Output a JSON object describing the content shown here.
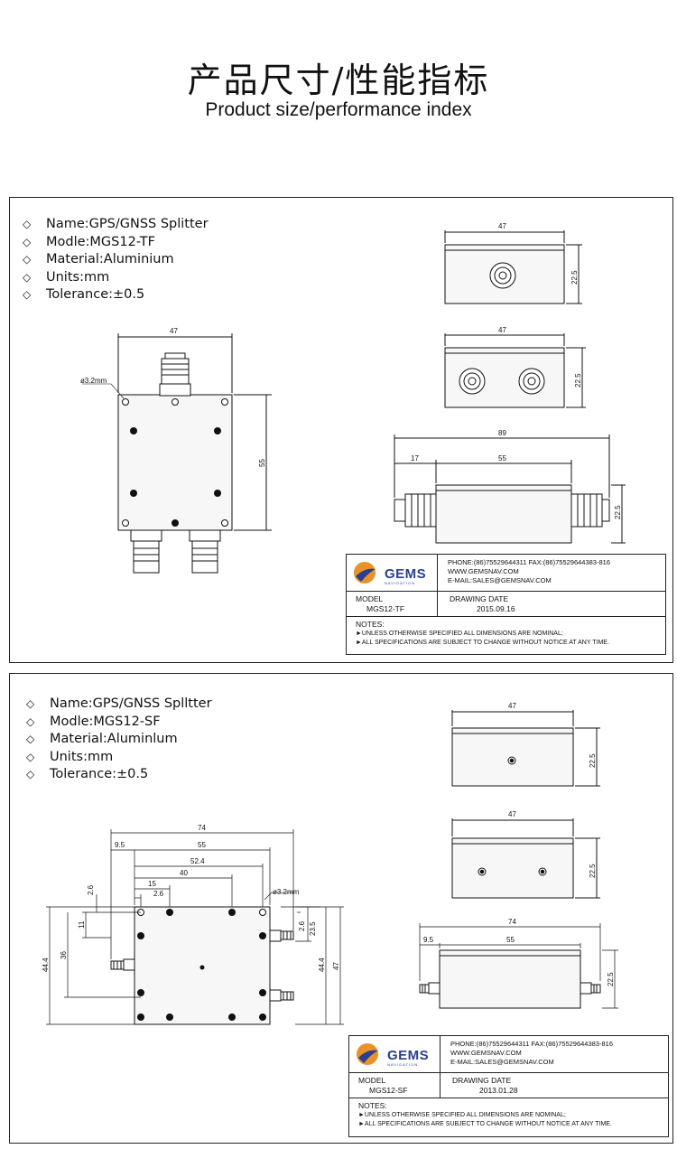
{
  "header": {
    "title_cn": "产品尺寸/性能指标",
    "title_en": "Product size/performance index"
  },
  "sheets": [
    {
      "specs": [
        "Name:GPS/GNSS Splitter",
        "Modle:MGS12-TF",
        "Material:Aluminium",
        "Units:mm",
        "Tolerance:±0.5"
      ],
      "dims": {
        "main_w": "47",
        "main_h": "55",
        "hole": "ø3.2mm",
        "top_w": "47",
        "top_h": "22.5",
        "front_w": "47",
        "front_h": "22.5",
        "side_total": "89",
        "side_left": "17",
        "side_body": "55",
        "side_h": "22.5"
      },
      "titleblock": {
        "logo": "GEMS",
        "logo_sub": "NAVIGATION",
        "contact": [
          "PHONE:(86)75529644311  FAX:(86)75529644383-816",
          "WWW.GEMSNAV.COM",
          "E-MAIL:SALES@GEMSNAV.COM"
        ],
        "model_label": "MODEL",
        "model_value": "MGS12-TF",
        "date_label": "DRAWING DATE",
        "date_value": "2015.09.16",
        "notes_label": "NOTES:",
        "notes": [
          "►UNLESS OTHERWISE SPECIFIED ALL DIMENSIONS ARE NOMINAL;",
          "►ALL SPECIFICATIONS ARE SUBJECT TO CHANGE WITHOUT NOTICE AT ANY TIME."
        ]
      }
    },
    {
      "specs": [
        "Name:GPS/GNSS Splltter",
        "Modle:MGS12-SF",
        "Material:Aluminlum",
        "Units:mm",
        "Tolerance:±0.5"
      ],
      "dims": {
        "total_w": "74",
        "off_95": "9.5",
        "w55": "55",
        "w524": "52.4",
        "w40": "40",
        "w15": "15",
        "w26a": "2.6",
        "v26": "2.6",
        "v11": "11",
        "hole": "ø3.2mm",
        "h444_left": "44.4",
        "h36": "36",
        "h235": "23.5",
        "r26": "2.6",
        "h444_right": "44.4",
        "h47": "47",
        "top_w": "47",
        "top_h": "22.5",
        "front_w": "47",
        "front_h": "22.5",
        "side_total": "74",
        "side_left": "9.5",
        "side_body": "55",
        "side_h": "22.5"
      },
      "titleblock": {
        "logo": "GEMS",
        "logo_sub": "NAVIGATION",
        "contact": [
          "PHONE:(86)75529644311  FAX:(86)75529644383-816",
          "WWW.GEMSNAV.COM",
          "E-MAIL:SALES@GEMSNAV.COM"
        ],
        "model_label": "MODEL",
        "model_value": "MGS12-SF",
        "date_label": "DRAWING DATE",
        "date_value": "2013.01.28",
        "notes_label": "NOTES:",
        "notes": [
          "►UNLESS OTHERWISE SPECIFIED ALL DIMENSIONS ARE NOMINAL;",
          "►ALL SPECIFICATIONS ARE SUBJECT TO CHANGE WITHOUT NOTICE AT ANY TIME."
        ]
      }
    }
  ],
  "colors": {
    "line": "#111111",
    "logo_blue": "#2a3f8f",
    "logo_orange": "#e8922a"
  }
}
